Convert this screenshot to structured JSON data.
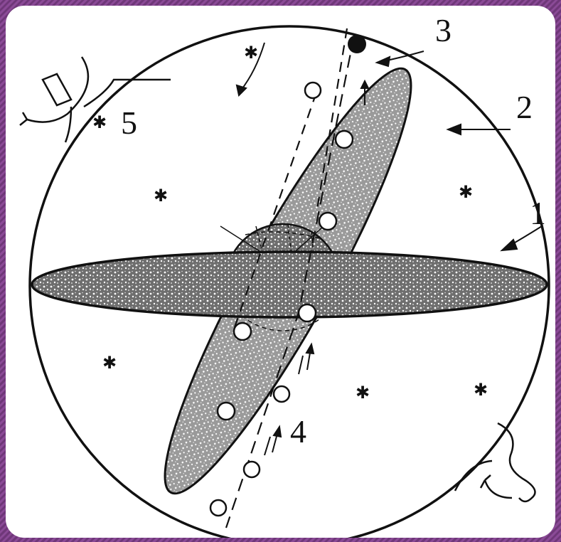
{
  "labels": {
    "l1": "1",
    "l2": "2",
    "l3": "3",
    "l4": "4",
    "l5": "5"
  },
  "colors": {
    "frame": "#7a3f86",
    "ink": "#111111",
    "paper": "#ffffff"
  }
}
